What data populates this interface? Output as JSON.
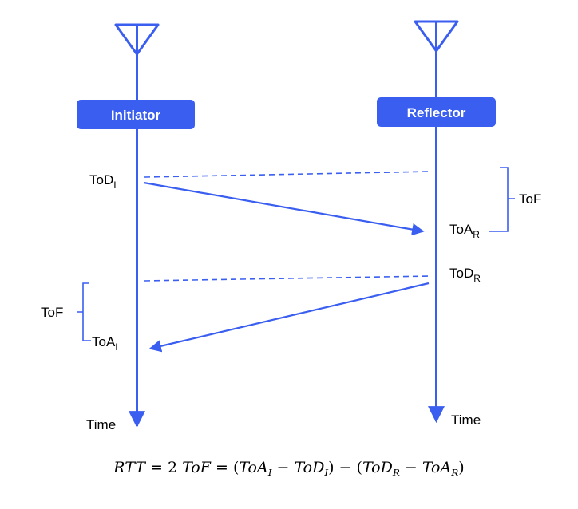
{
  "nodes": {
    "initiator": "Initiator",
    "reflector": "Reflector"
  },
  "labels": {
    "tod_initiator": {
      "base": "ToD",
      "sub": "I"
    },
    "toa_reflector": {
      "base": "ToA",
      "sub": "R"
    },
    "tod_reflector": {
      "base": "ToD",
      "sub": "R"
    },
    "toa_initiator": {
      "base": "ToA",
      "sub": "I"
    },
    "tof_right": "ToF",
    "tof_left": "ToF",
    "time_left": "Time",
    "time_right": "Time"
  },
  "equation": {
    "rtt": "RTT",
    "eq_sign": " = ",
    "two": "2 ",
    "tof": "ToF",
    "eq_sign2": " = ",
    "open1": "(",
    "toa_i": "ToA",
    "sub_i": "I",
    "minus1": " − ",
    "tod_i": "ToD",
    "sub_i2": "I",
    "close1": ")",
    "minus_mid": " − ",
    "open2": "(",
    "tod_r": "ToD",
    "sub_r": "R",
    "minus2": " − ",
    "toa_r": "ToA",
    "sub_r2": "R",
    "close2": ")"
  },
  "colors": {
    "accent": "#3a5ef0",
    "node_fill": "#3a5ef0",
    "line": "#3a5ef0",
    "text": "#000000"
  }
}
